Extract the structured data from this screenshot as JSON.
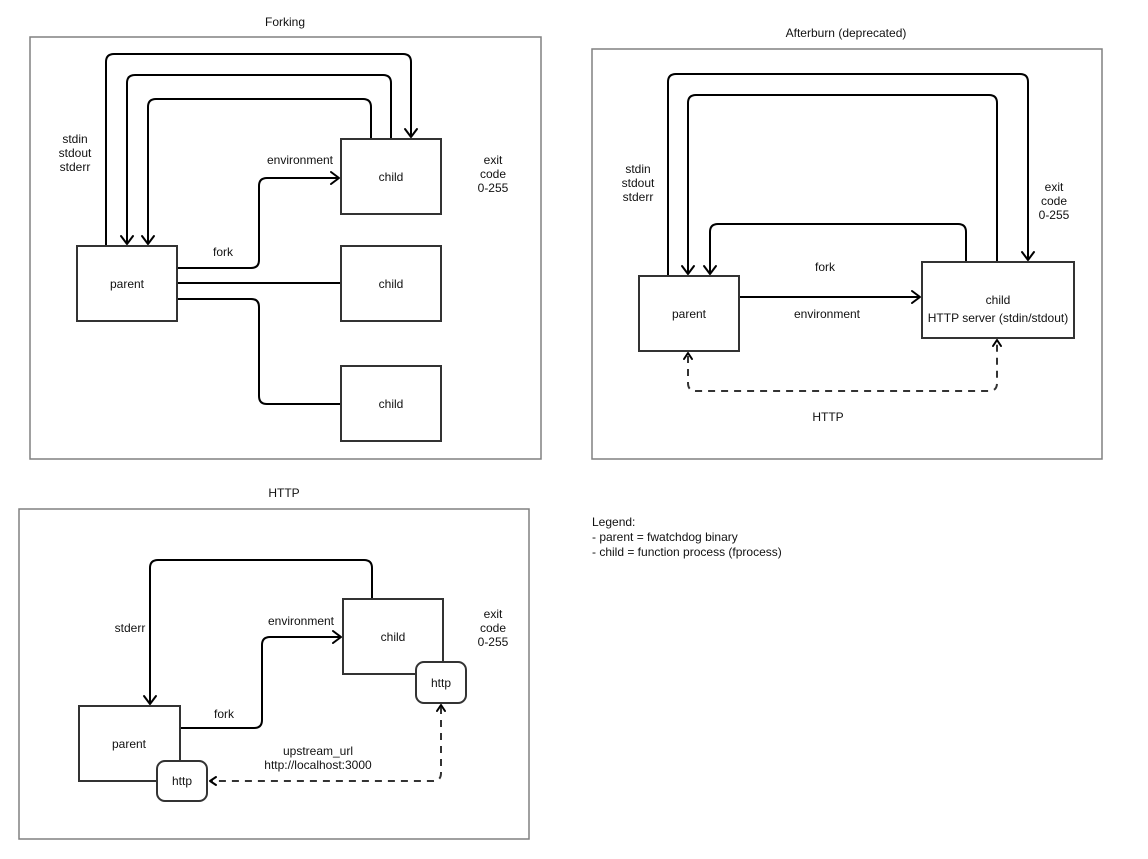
{
  "panels": {
    "forking": {
      "title": "Forking",
      "streams_label": [
        "stdin",
        "stdout",
        "stderr"
      ],
      "environment_label": "environment",
      "fork_label": "fork",
      "exit_label": [
        "exit",
        "code",
        "0-255"
      ],
      "parent_label": "parent",
      "child_labels": [
        "child",
        "child",
        "child"
      ]
    },
    "afterburn": {
      "title": "Afterburn (deprecated)",
      "streams_label": [
        "stdin",
        "stdout",
        "stderr"
      ],
      "fork_label": "fork",
      "environment_label": "environment",
      "exit_label": [
        "exit",
        "code",
        "0-255"
      ],
      "parent_label": "parent",
      "child_label": "child",
      "child_sublabel": "HTTP server (stdin/stdout)",
      "http_label": "HTTP"
    },
    "http": {
      "title": "HTTP",
      "stderr_label": "stderr",
      "environment_label": "environment",
      "fork_label": "fork",
      "exit_label": [
        "exit",
        "code",
        "0-255"
      ],
      "parent_label": "parent",
      "child_label": "child",
      "parent_http_label": "http",
      "child_http_label": "http",
      "upstream_label": [
        "upstream_url",
        "http://localhost:3000"
      ]
    }
  },
  "legend": {
    "title": "Legend:",
    "items": [
      "- parent = fwatchdog binary",
      "- child = function process (fprocess)"
    ]
  }
}
